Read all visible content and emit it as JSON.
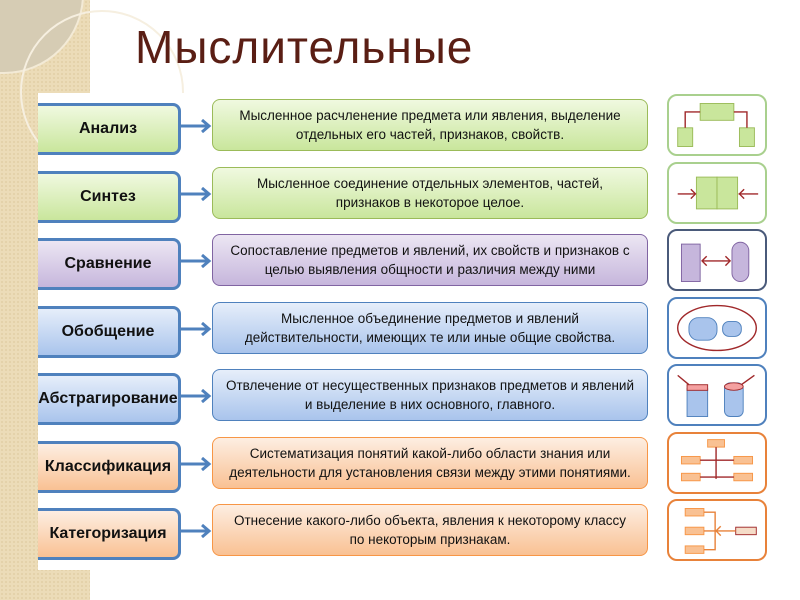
{
  "title": "Мыслительные",
  "rows": [
    {
      "term": "Анализ",
      "description": "Мысленное расчленение предмета или явления, выделение отдельных его частей, признаков, свойств.",
      "icon": "split-cubes-icon"
    },
    {
      "term": "Синтез",
      "description": "Мысленное соединение отдельных элементов, частей, признаков в некоторое целое.",
      "icon": "merge-cubes-icon"
    },
    {
      "term": "Сравнение",
      "description": "Сопоставление предметов и явлений, их свойств и признаков с целью выявления общности и различия между ними",
      "icon": "compare-shapes-icon"
    },
    {
      "term": "Обобщение",
      "description": "Мысленное объединение предметов и явлений действительности, имеющих те или иные общие свойства.",
      "icon": "grouped-cylinders-icon"
    },
    {
      "term": "Абстрагирование",
      "description": "Отвлечение от несущественных признаков предметов и явлений и выделение в них основного, главного.",
      "icon": "highlighted-tops-icon"
    },
    {
      "term": "Классификация",
      "description": "Систематизация понятий какой-либо области знания или деятельности для установления связи между этими понятиями.",
      "icon": "tree-hierarchy-icon"
    },
    {
      "term": "Категоризация",
      "description": "Отнесение какого-либо объекта, явления к некоторому классу по некоторым признакам.",
      "icon": "assign-class-icon"
    }
  ],
  "colors": {
    "green": "#9bbb59",
    "purple": "#8064a2",
    "blue": "#4f81bd",
    "orange": "#f79646",
    "title": "#5a1e14",
    "arrow": "#4f81bd",
    "accent": "#a0282a"
  }
}
